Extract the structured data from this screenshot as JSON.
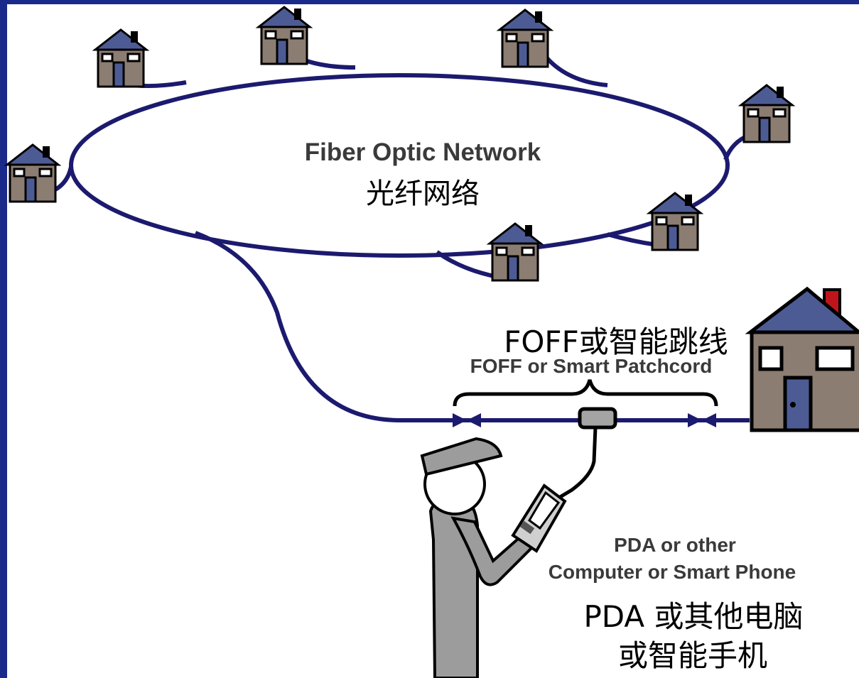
{
  "diagram": {
    "network_label_en": "Fiber Optic Network",
    "network_label_zh": "光纤网络",
    "patchcord_label_zh": "FOFF或智能跳线",
    "patchcord_label_en": "FOFF or Smart Patchcord",
    "device_label_en_line1": "PDA or other",
    "device_label_en_line2": "Computer or Smart Phone",
    "device_label_zh_line1": "PDA 或其他电脑",
    "device_label_zh_line2": "或智能手机"
  },
  "colors": {
    "fiber": "#1c1a6e",
    "frame": "#1a2a8a",
    "house_wall": "#8b7d72",
    "house_roof": "#4d5b95",
    "person": "#9c9c9c"
  },
  "icons": [
    "house-icon",
    "person-icon",
    "pda-icon",
    "connector-icon"
  ]
}
